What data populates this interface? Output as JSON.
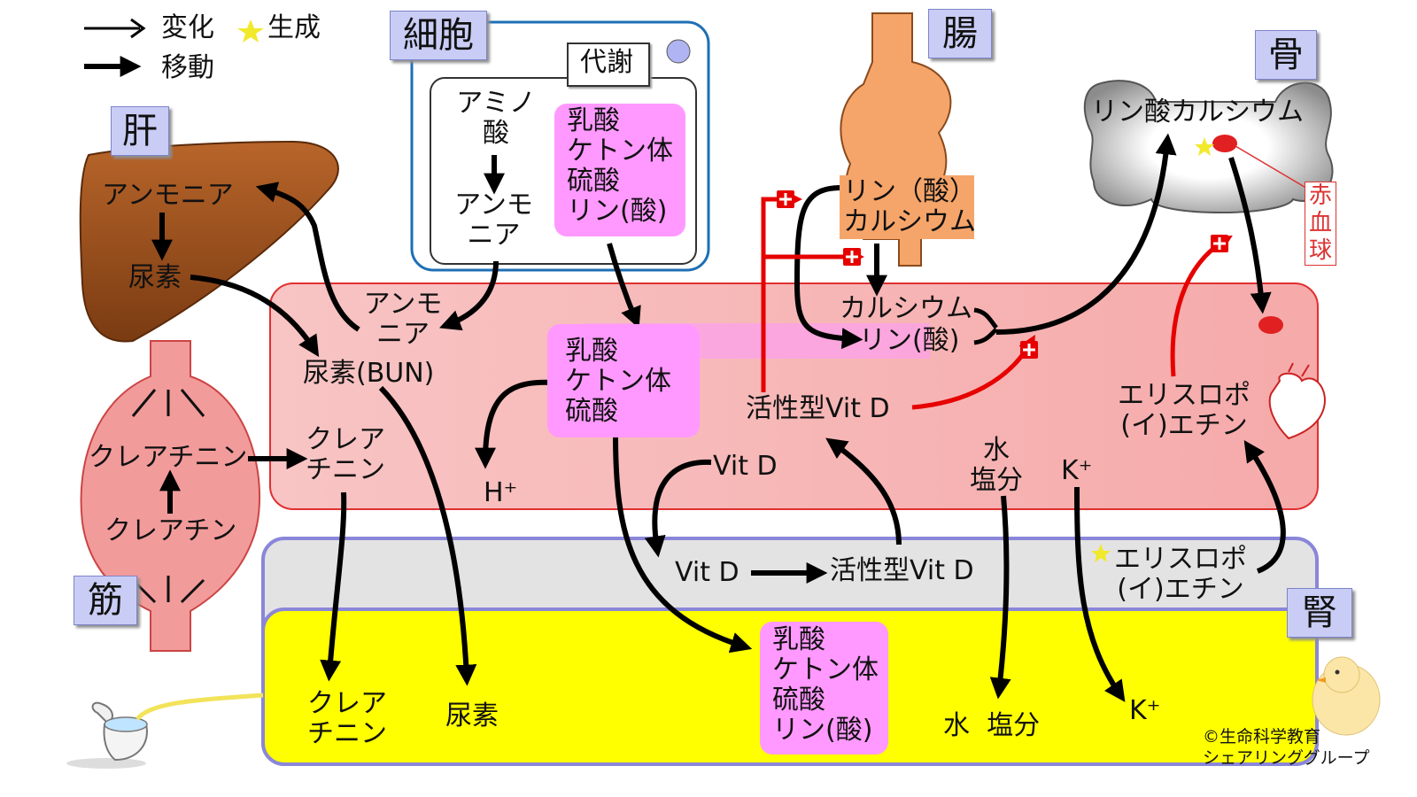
{
  "legend": {
    "change": "変化",
    "generate": "生成",
    "move": "移動"
  },
  "organs": {
    "liver": "肝",
    "muscle": "筋",
    "cell": "細胞",
    "gut": "腸",
    "bone": "骨",
    "kidney": "腎"
  },
  "cell": {
    "metabolism": "代謝",
    "amino_acid": "アミノ\n酸",
    "ammonia": "アンモ\nニア",
    "acids": "乳酸\nケトン体\n硫酸\nリン(酸)"
  },
  "liver": {
    "ammonia": "アンモニア",
    "urea": "尿素"
  },
  "muscle": {
    "creatinine": "クレアチニン",
    "creatine": "クレアチン"
  },
  "gut": {
    "absorb": "リン（酸）\nカルシウム"
  },
  "bone": {
    "calcium_phosphate": "リン酸カルシウム",
    "rbc": "赤\n血\n球"
  },
  "blood": {
    "ammonia": "アンモ\nニア",
    "bun": "尿素(BUN)",
    "creatinine": "クレア\nチニン",
    "acids": "乳酸\nケトン体\n硫酸",
    "h_plus": "H⁺",
    "calcium": "カルシウム",
    "phosphate": "リン(酸)",
    "active_vitd": "活性型Vit D",
    "vitd": "Vit D",
    "water_salt": "水\n塩分",
    "k_plus": "K⁺",
    "epo": "エリスロポ\n(イ)エチン"
  },
  "kidney": {
    "vitd": "Vit D",
    "active_vitd": "活性型Vit D",
    "epo": "エリスロポ\n(イ)エチン"
  },
  "urine": {
    "creatinine": "クレア\nチニン",
    "urea": "尿素",
    "acids": "乳酸\nケトン体\n硫酸\nリン(酸)",
    "water_salt": "水  塩分",
    "k_plus": "K⁺"
  },
  "copyright": "©生命科学教育\nシェアリンググループ",
  "colors": {
    "blood": "#f8bcbc",
    "urine": "#ffff00",
    "pink_box": "#ff99ff",
    "liver": "#a0561f",
    "gut": "#f6a56a",
    "red_arrow": "#e60000"
  }
}
